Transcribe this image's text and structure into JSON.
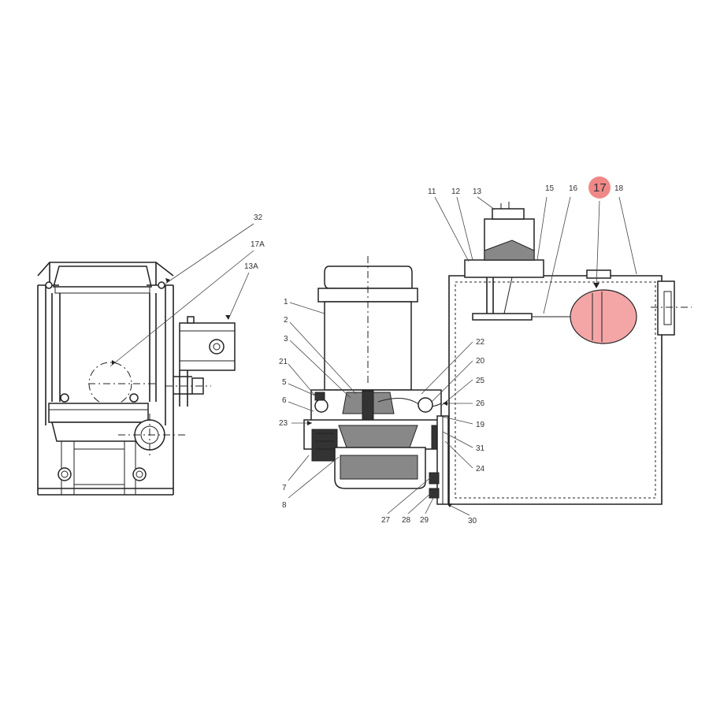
{
  "diagram": {
    "highlight_color": "#f4a6a6",
    "highlight_badge_color": "#f08888",
    "highlighted_part": "17",
    "labels": [
      "32",
      "17A",
      "13A",
      "1",
      "2",
      "3",
      "21",
      "5",
      "6",
      "23",
      "7",
      "8",
      "11",
      "12",
      "13",
      "15",
      "16",
      "17",
      "18",
      "22",
      "20",
      "25",
      "26",
      "19",
      "31",
      "24",
      "27",
      "28",
      "29",
      "30"
    ]
  }
}
